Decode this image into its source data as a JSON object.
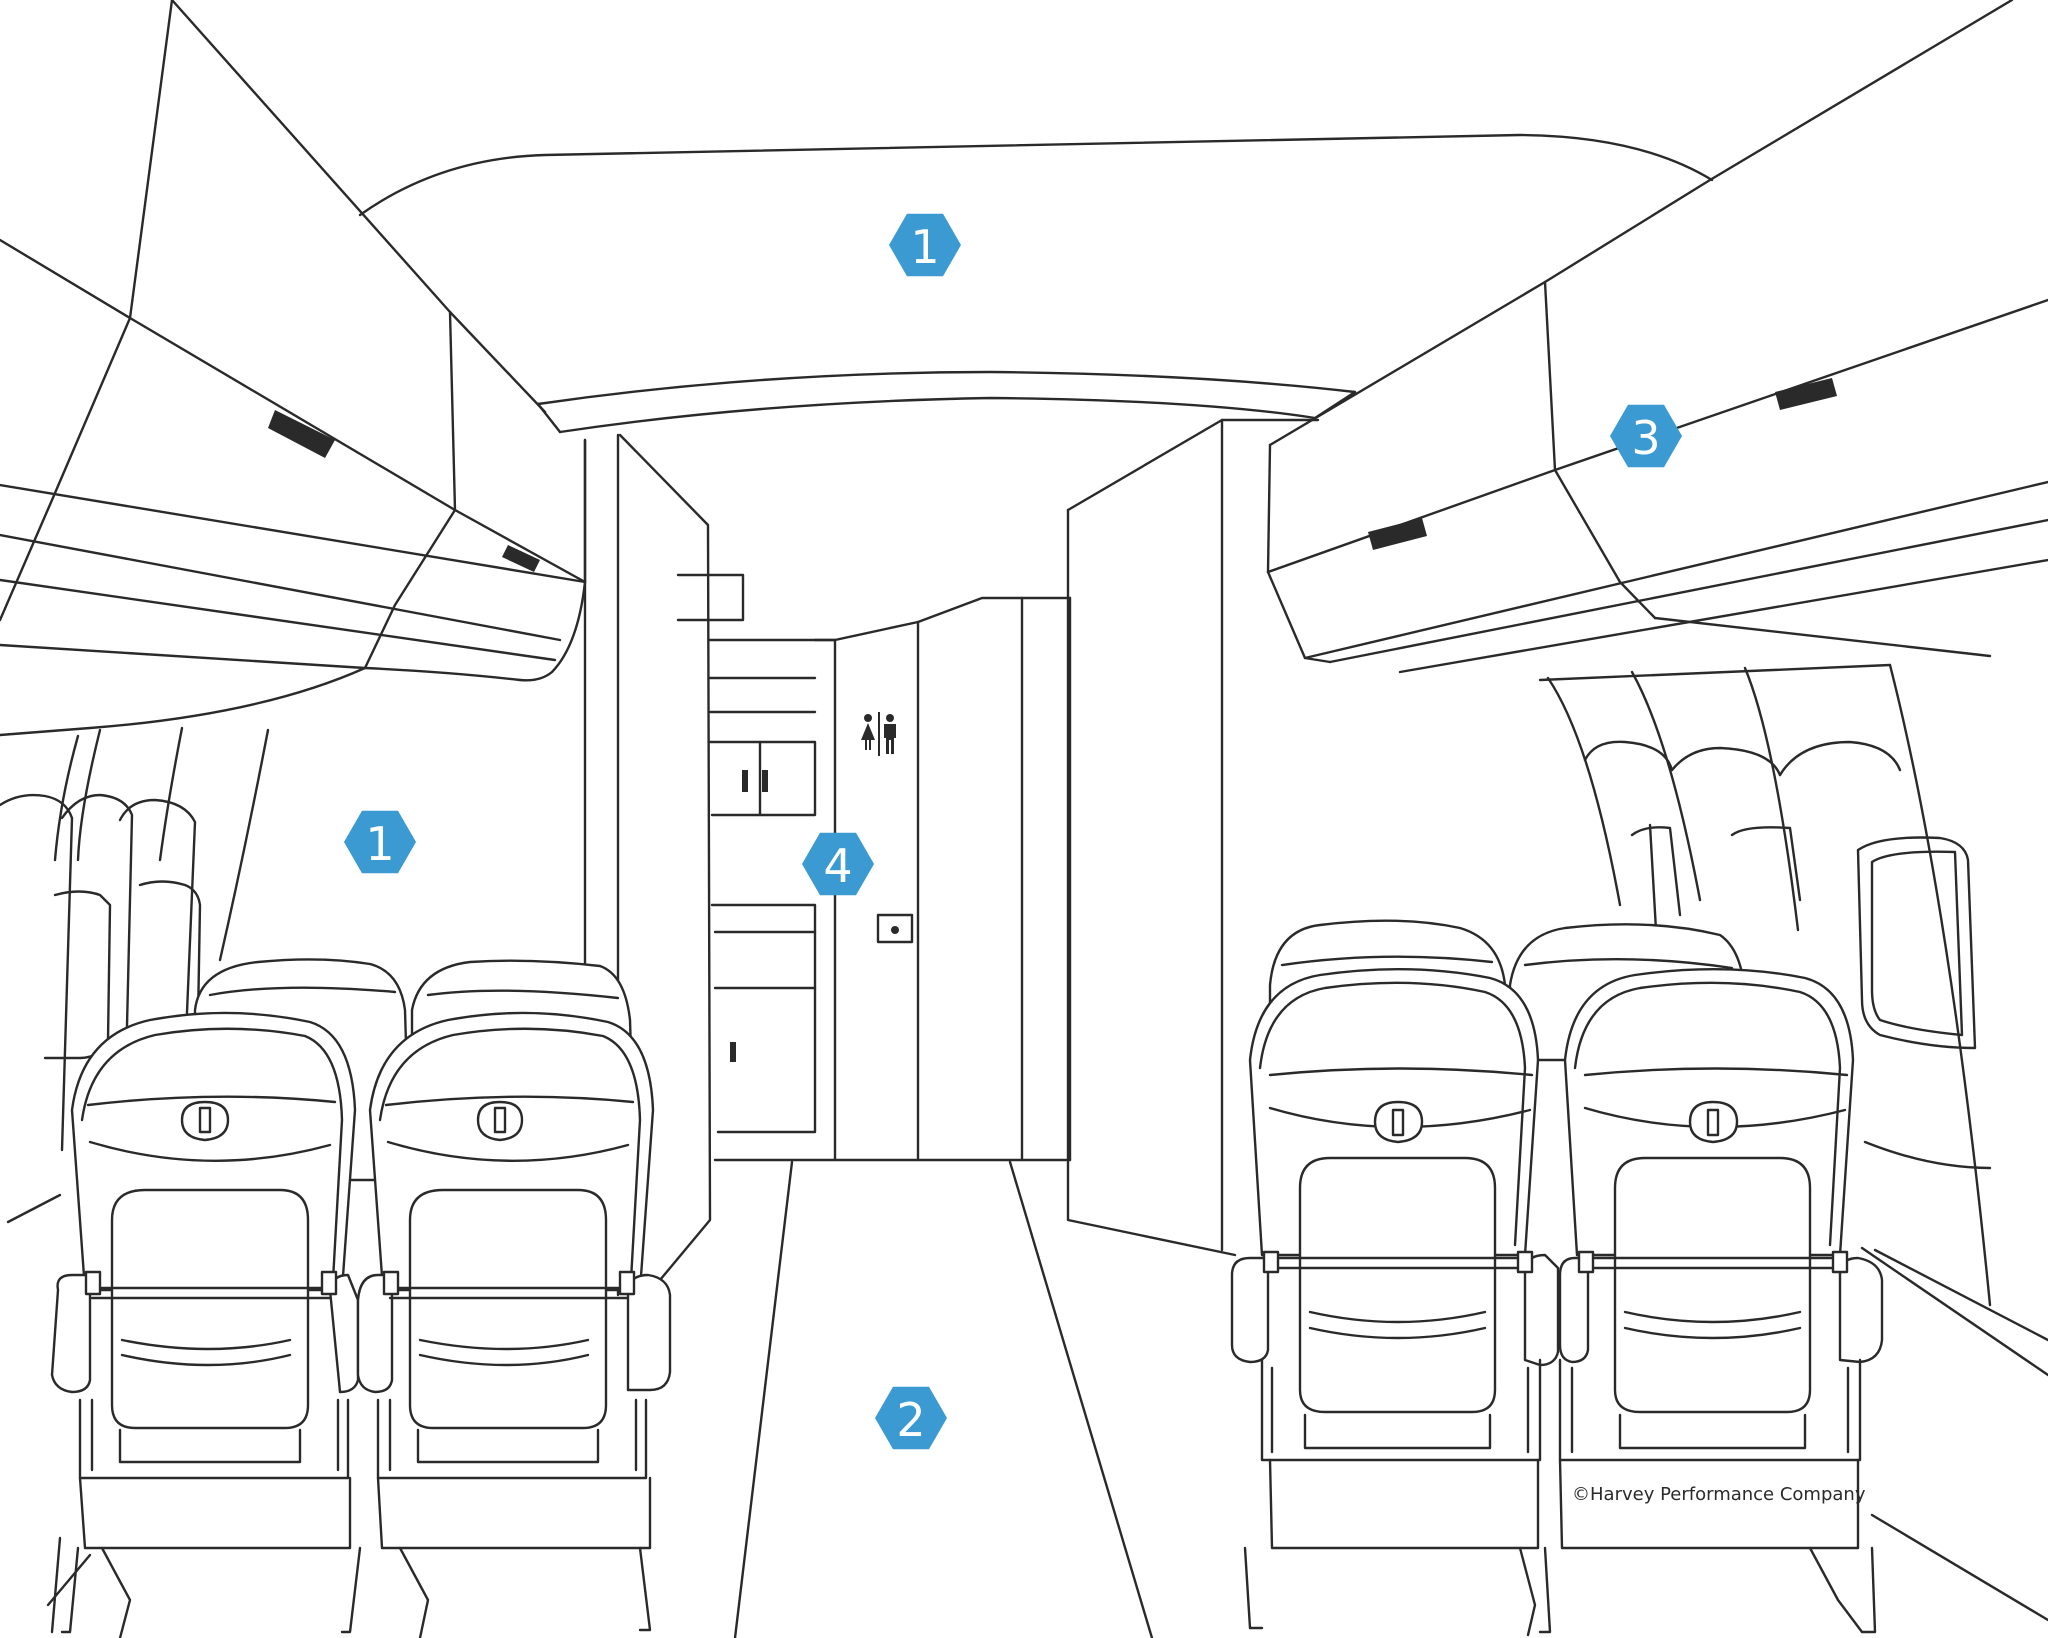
{
  "colors": {
    "badge_fill": "#3a9ad1",
    "line": "#2a2a2a",
    "background": "#ffffff"
  },
  "markers": [
    {
      "label": "1"
    },
    {
      "label": "1"
    },
    {
      "label": "3"
    },
    {
      "label": "4"
    },
    {
      "label": "2"
    }
  ],
  "icons": {
    "restroom_sign": "restroom-icon"
  },
  "copyright": "©Harvey Performance Company"
}
